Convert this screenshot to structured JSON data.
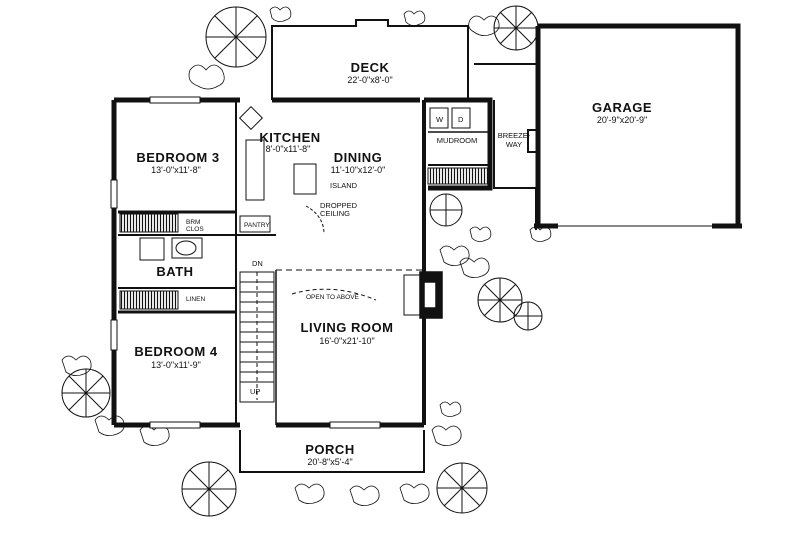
{
  "rooms": {
    "deck": {
      "name": "DECK",
      "dims": "22'-0\"x8'-0\""
    },
    "garage": {
      "name": "GARAGE",
      "dims": "20'-9\"x20'-9\""
    },
    "kitchen": {
      "name": "KITCHEN",
      "dims": "8'-0\"x11'-8\""
    },
    "dining": {
      "name": "DINING",
      "dims": "11'-10\"x12'-0\""
    },
    "mudroom": {
      "name": "MUDROOM"
    },
    "bedroom3": {
      "name": "BEDROOM 3",
      "dims": "13'-0\"x11'-8\""
    },
    "bath": {
      "name": "BATH"
    },
    "living": {
      "name": "LIVING ROOM",
      "dims": "16'-0\"x21'-10\""
    },
    "bedroom4": {
      "name": "BEDROOM 4",
      "dims": "13'-0\"x11'-9\""
    },
    "porch": {
      "name": "PORCH",
      "dims": "20'-8\"x5'-4\""
    }
  },
  "labels": {
    "breezeway_1": "BREEZE-",
    "breezeway_2": "WAY",
    "island": "ISLAND",
    "dropped_1": "DROPPED",
    "dropped_2": "CEILING",
    "pantry": "PANTRY",
    "brm_1": "BRM",
    "brm_2": "CLOS",
    "linen": "LINEN",
    "open_to_above": "OPEN TO ABOVE",
    "stair_dn": "DN",
    "stair_up": "UP",
    "washer": "W",
    "dryer": "D"
  }
}
